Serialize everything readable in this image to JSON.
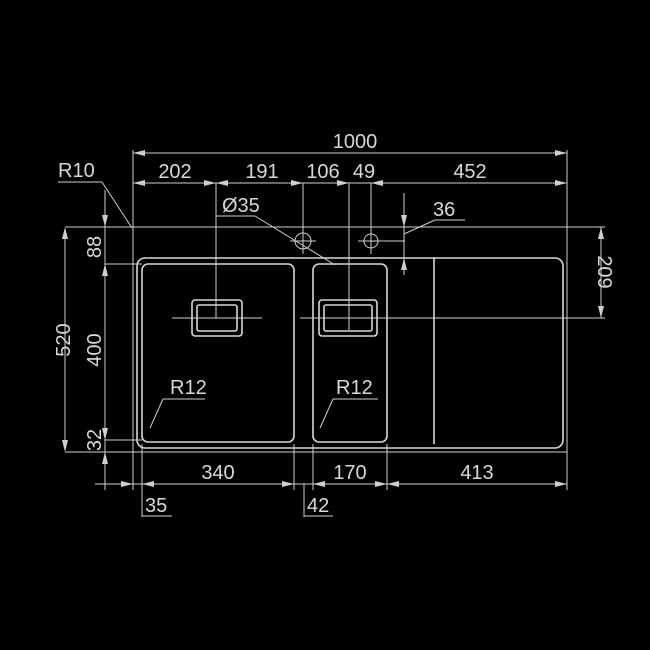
{
  "drawing": {
    "overall_width": "1000",
    "segments_top": [
      "202",
      "191",
      "106",
      "49",
      "452"
    ],
    "tap_hole_diameter": "Ø35",
    "hole_offset": "36",
    "corner_radius": "R10",
    "left_dims": {
      "total": "520",
      "top": "88",
      "bowl_depth": "400",
      "bottom": "32"
    },
    "right_dim": "209",
    "bowl_radius_left": "R12",
    "bowl_radius_right": "R12",
    "segments_bottom": [
      "340",
      "170",
      "413"
    ],
    "left_offset": "35",
    "bowl_gap": "42"
  }
}
